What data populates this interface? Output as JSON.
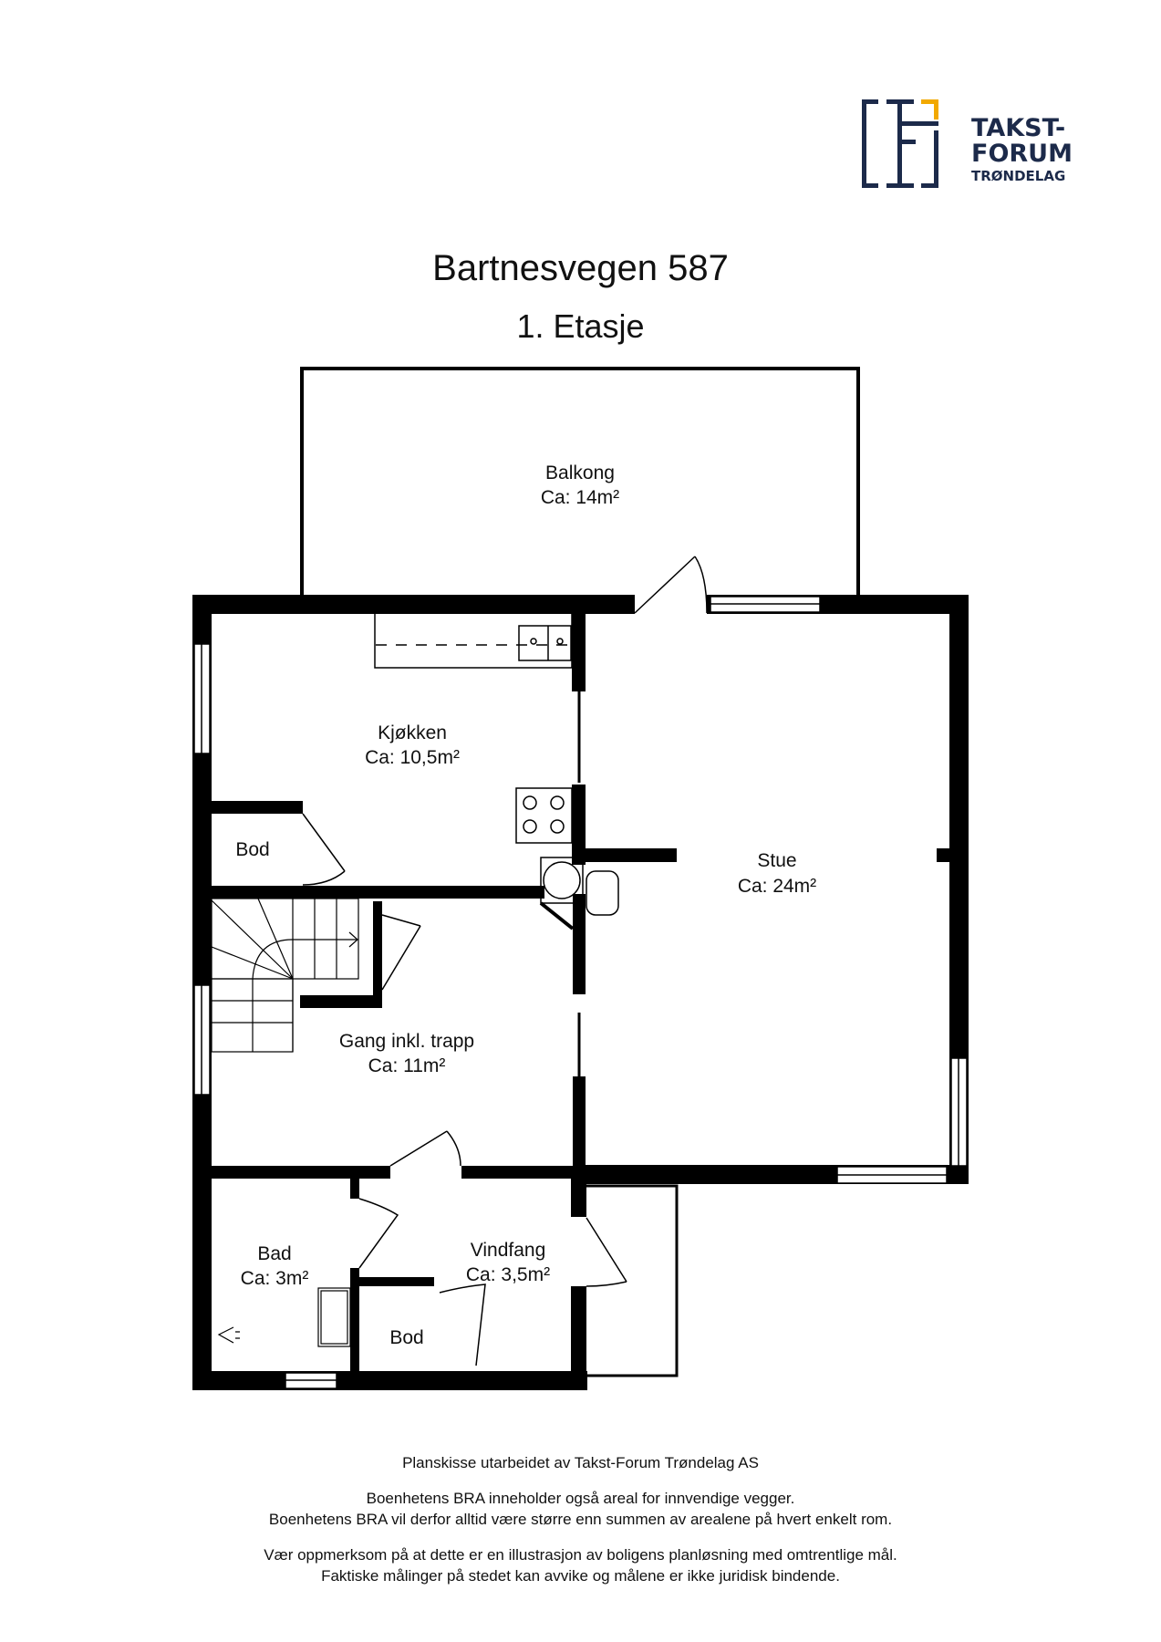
{
  "logo": {
    "line1": "TAKST-",
    "line2": "FORUM",
    "line3": "TRØNDELAG",
    "colors": {
      "navy": "#1c2a4a",
      "accent": "#f2a900"
    }
  },
  "header": {
    "title": "Bartnesvegen 587",
    "subtitle": "1. Etasje"
  },
  "rooms": {
    "balkong": {
      "name": "Balkong",
      "area": "Ca: 14m²"
    },
    "kjokken": {
      "name": "Kjøkken",
      "area": "Ca: 10,5m²"
    },
    "bod1": {
      "name": "Bod"
    },
    "stue": {
      "name": "Stue",
      "area": "Ca: 24m²"
    },
    "gang": {
      "name": "Gang inkl. trapp",
      "area": "Ca: 11m²"
    },
    "bad": {
      "name": "Bad",
      "area": "Ca: 3m²"
    },
    "vindfang": {
      "name": "Vindfang",
      "area": "Ca: 3,5m²"
    },
    "bod2": {
      "name": "Bod"
    }
  },
  "footer": {
    "credit": "Planskisse utarbeidet av Takst-Forum Trøndelag AS",
    "bra1": "Boenhetens BRA inneholder også areal for innvendige vegger.",
    "bra2": "Boenhetens BRA vil derfor alltid være større enn summen av arealene på hvert enkelt rom.",
    "note1": "Vær oppmerksom på at dette er en illustrasjon av boligens planløsning med omtrentlige mål.",
    "note2": "Faktiske målinger på stedet kan avvike og målene er ikke juridisk bindende."
  }
}
